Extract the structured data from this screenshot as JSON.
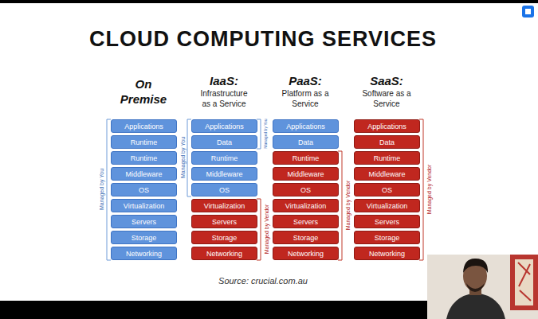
{
  "diagram": {
    "title": "CLOUD COMPUTING SERVICES",
    "caption": "Source: crucial.com.au",
    "nodes": [
      {
        "text": [
          "Applications"
        ]
      },
      {
        "text": [
          "Runtime"
        ]
      },
      {
        "text": [
          "Runtime"
        ]
      },
      {
        "text": [
          "Middleware"
        ]
      },
      {
        "text": [
          "OS"
        ]
      },
      {
        "text": [
          "Virtualization"
        ]
      },
      {
        "text": [
          "Servers"
        ]
      },
      {
        "text": [
          "Storage"
        ]
      },
      {
        "text": [
          "Networking"
        ]
      },
      {
        "text": [
          "Applications"
        ]
      },
      {
        "text": [
          "Data"
        ]
      },
      {
        "text": [
          "Runtime"
        ]
      },
      {
        "text": [
          "Middleware"
        ]
      },
      {
        "text": [
          "OS"
        ]
      },
      {
        "text": [
          "Virtualization"
        ]
      },
      {
        "text": [
          "Servers"
        ]
      },
      {
        "text": [
          "Storage"
        ]
      },
      {
        "text": [
          "Networking"
        ]
      },
      {
        "text": [
          "Applications"
        ]
      },
      {
        "text": [
          "Data"
        ]
      },
      {
        "text": [
          "Runtime"
        ]
      },
      {
        "text": [
          "Middleware"
        ]
      },
      {
        "text": [
          "OS"
        ]
      },
      {
        "text": [
          "Virtualization"
        ]
      },
      {
        "text": [
          "Servers"
        ]
      },
      {
        "text": [
          "Storage"
        ]
      },
      {
        "text": [
          "Networking"
        ]
      },
      {
        "text": [
          "Applications"
        ]
      },
      {
        "text": [
          "Data"
        ]
      },
      {
        "text": [
          "Runtime"
        ]
      },
      {
        "text": [
          "Middleware"
        ]
      },
      {
        "text": [
          "OS"
        ]
      },
      {
        "text": [
          "Virtualization"
        ]
      },
      {
        "text": [
          "Servers"
        ]
      },
      {
        "text": [
          "Storage"
        ]
      },
      {
        "text": [
          "Networking"
        ]
      }
    ],
    "labels": [
      "On Premise",
      "IaaS:",
      "Infrastructure as a Service",
      "PaaS:",
      "Platform as a Service",
      "SaaS:",
      "Software as a Service",
      "Managed by You",
      "Managed by You",
      "Managed by You",
      "Managed by Vendor",
      "Managed by Vendor",
      "Managed by Vendor"
    ]
  }
}
